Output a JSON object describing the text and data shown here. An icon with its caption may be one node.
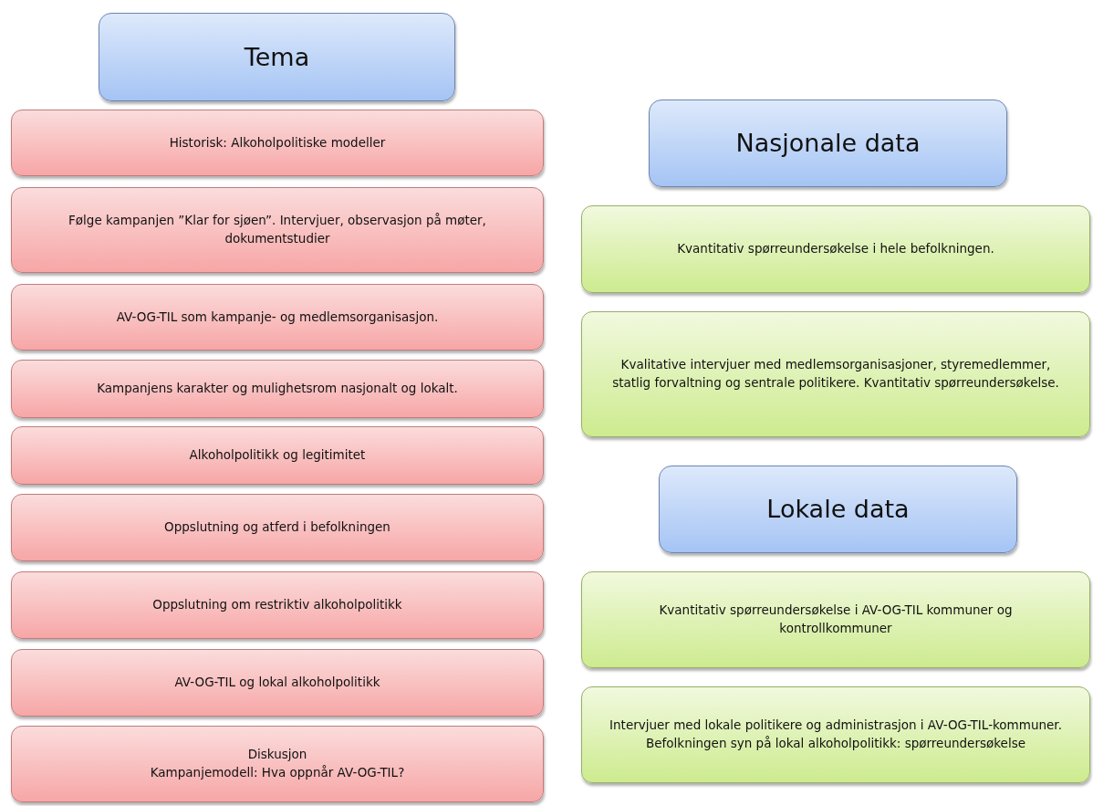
{
  "diagram": {
    "nodes": [
      {
        "text": [
          "Tema"
        ]
      },
      {
        "text": [
          "Historisk: Alkoholpolitiske modeller"
        ]
      },
      {
        "text": [
          "Følge kampanjen ”Klar for sjøen”. Intervjuer, observasjon på møter, dokumentstudier"
        ]
      },
      {
        "text": [
          "AV-OG-TIL som kampanje- og medlemsorganisasjon."
        ]
      },
      {
        "text": [
          "Kampanjens karakter og mulighetsrom nasjonalt og lokalt."
        ]
      },
      {
        "text": [
          "Alkoholpolitikk og legitimitet"
        ]
      },
      {
        "text": [
          "Oppslutning og atferd i befolkningen"
        ]
      },
      {
        "text": [
          "Oppslutning om restriktiv alkoholpolitikk"
        ]
      },
      {
        "text": [
          "AV-OG-TIL  og lokal alkoholpolitikk"
        ]
      },
      {
        "text": [
          "Diskusjon",
          "Kampanjemodell: Hva oppnår AV-OG-TIL?"
        ]
      },
      {
        "text": [
          "Nasjonale data"
        ]
      },
      {
        "text": [
          "Kvantitativ spørreundersøkelse i hele befolkningen."
        ]
      },
      {
        "text": [
          "Kvalitative intervjuer med medlemsorganisasjoner, styremedlemmer, statlig forvaltning og sentrale politikere. Kvantitativ spørreundersøkelse."
        ]
      },
      {
        "text": [
          "Lokale data"
        ]
      },
      {
        "text": [
          "Kvantitativ spørreundersøkelse i AV-OG-TIL kommuner og kontrollkommuner"
        ]
      },
      {
        "text": [
          "Intervjuer med lokale politikere og administrasjon i AV-OG-TIL-kommuner. Befolkningen syn på lokal alkoholpolitikk: spørreundersøkelse"
        ]
      }
    ]
  }
}
